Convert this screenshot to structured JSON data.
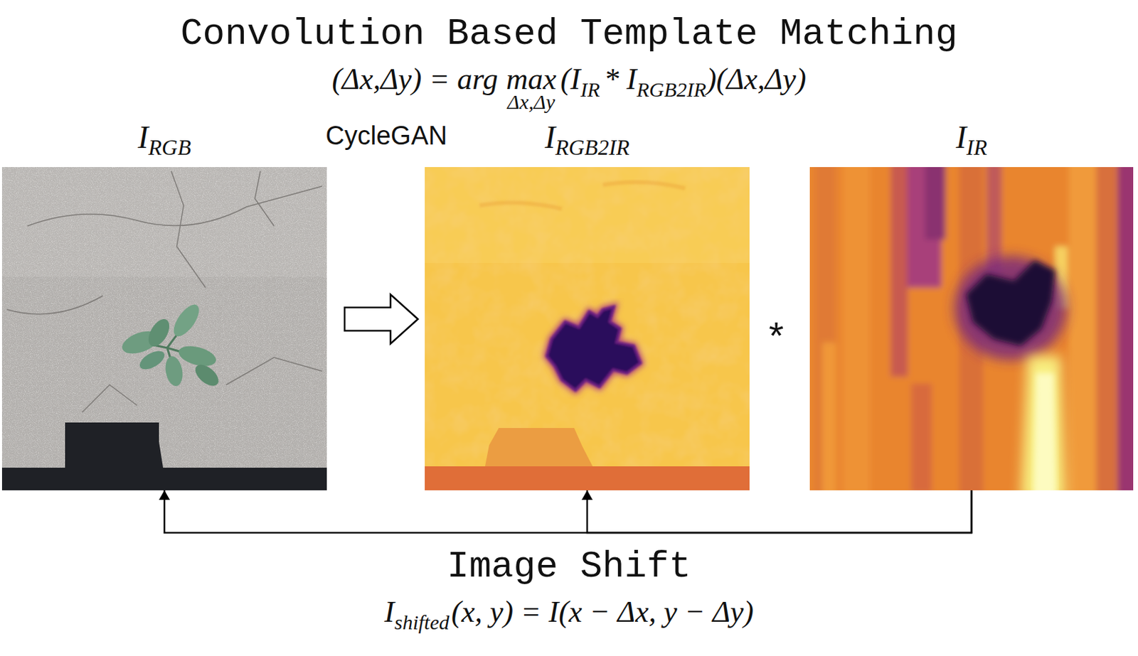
{
  "diagram": {
    "title": "Convolution Based Template Matching",
    "nodes": [
      {
        "text": [
          "I",
          "RGB"
        ]
      },
      {
        "text": [
          "I",
          "RGB2IR"
        ]
      },
      {
        "text": [
          "I",
          "IR"
        ]
      }
    ],
    "edges": [
      {
        "from": 0,
        "to": 1,
        "arrow": "to",
        "label": "CycleGAN"
      },
      {
        "from": 2,
        "to": 1,
        "arrow": "to"
      },
      {
        "from": 2,
        "to": 0,
        "arrow": "to"
      }
    ],
    "labels": [
      "(Δx,Δy) = arg",
      "max",
      "Δx,Δy",
      "(I",
      "IR",
      "* I",
      "RGB2IR",
      ")(Δx,Δy)",
      "*",
      "Image Shift",
      "I",
      "shifted",
      "(x, y) = I(x − Δx, y − Δy)"
    ]
  }
}
